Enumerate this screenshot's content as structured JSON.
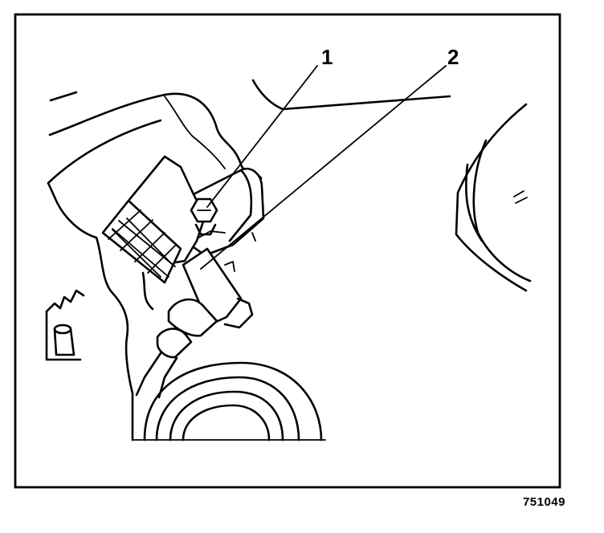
{
  "figure": {
    "number": "751049"
  },
  "callouts": [
    {
      "label": "1"
    },
    {
      "label": "2"
    }
  ]
}
